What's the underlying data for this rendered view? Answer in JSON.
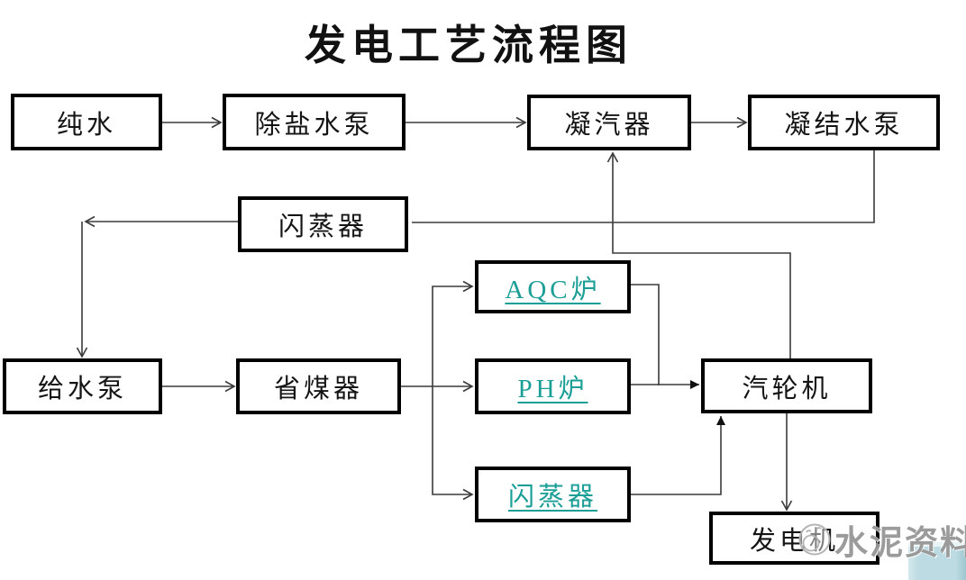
{
  "title": "发电工艺流程图",
  "nodes": {
    "pure_water": {
      "label": "纯水"
    },
    "desalted_pump": {
      "label": "除盐水泵"
    },
    "condenser": {
      "label": "凝汽器"
    },
    "condensate_pump": {
      "label": "凝结水泵"
    },
    "flash_evaporator_return": {
      "label": "闪蒸器"
    },
    "aqc_boiler": {
      "label": "AQC炉"
    },
    "feed_pump": {
      "label": "给水泵"
    },
    "economizer": {
      "label": "省煤器"
    },
    "ph_boiler": {
      "label": "PH炉"
    },
    "steam_turbine": {
      "label": "汽轮机"
    },
    "flash_evaporator_source": {
      "label": "闪蒸器"
    },
    "generator": {
      "label": "发电机"
    }
  },
  "edges": [
    {
      "from": "纯水",
      "to": "除盐水泵"
    },
    {
      "from": "除盐水泵",
      "to": "凝汽器"
    },
    {
      "from": "凝汽器",
      "to": "凝结水泵"
    },
    {
      "from": "凝结水泵",
      "to": "闪蒸器"
    },
    {
      "from": "闪蒸器",
      "to": "给水泵"
    },
    {
      "from": "给水泵",
      "to": "省煤器"
    },
    {
      "from": "省煤器",
      "to": "AQC炉"
    },
    {
      "from": "省煤器",
      "to": "PH炉"
    },
    {
      "from": "省煤器",
      "to": "闪蒸器"
    },
    {
      "from": "AQC炉",
      "to": "汽轮机"
    },
    {
      "from": "PH炉",
      "to": "汽轮机"
    },
    {
      "from": "闪蒸器",
      "to": "汽轮机"
    },
    {
      "from": "汽轮机",
      "to": "凝汽器"
    },
    {
      "from": "汽轮机",
      "to": "发电机"
    }
  ],
  "watermark": {
    "label": "水泥资料",
    "logo": "wechat-circle-face"
  },
  "colors": {
    "box_border": "#000000",
    "box_fill": "#ffffff",
    "text": "#141414",
    "link_teal": "#1a9e96",
    "connector": "#3a3a3a",
    "watermark_gray": "#8a8a8a",
    "corner_decoration_blue": "#bcdbe2"
  }
}
